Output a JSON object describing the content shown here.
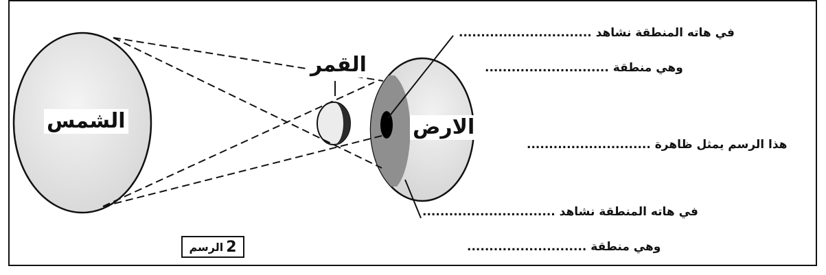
{
  "labels": {
    "sun": "الشمس",
    "moon": "القمر",
    "earth": "الارض",
    "figure_caption_word": "الرسم",
    "figure_caption_number": "2"
  },
  "notes": {
    "top_region_see": "في هاته المنطقة نشاهد ..............................",
    "top_region_is": "وهي منطقة ............................",
    "phenomenon": "هذا الرسم يمثل ظاهرة ............................",
    "bottom_region_see": "في هاته المنطقة نشاهد ..............................",
    "bottom_region_is": "وهي منطقة ..........................."
  },
  "colors": {
    "line": "#111111",
    "body_fill": "#e6e6e6",
    "penumbra": "#8f8f8f",
    "umbra": "#000000"
  }
}
